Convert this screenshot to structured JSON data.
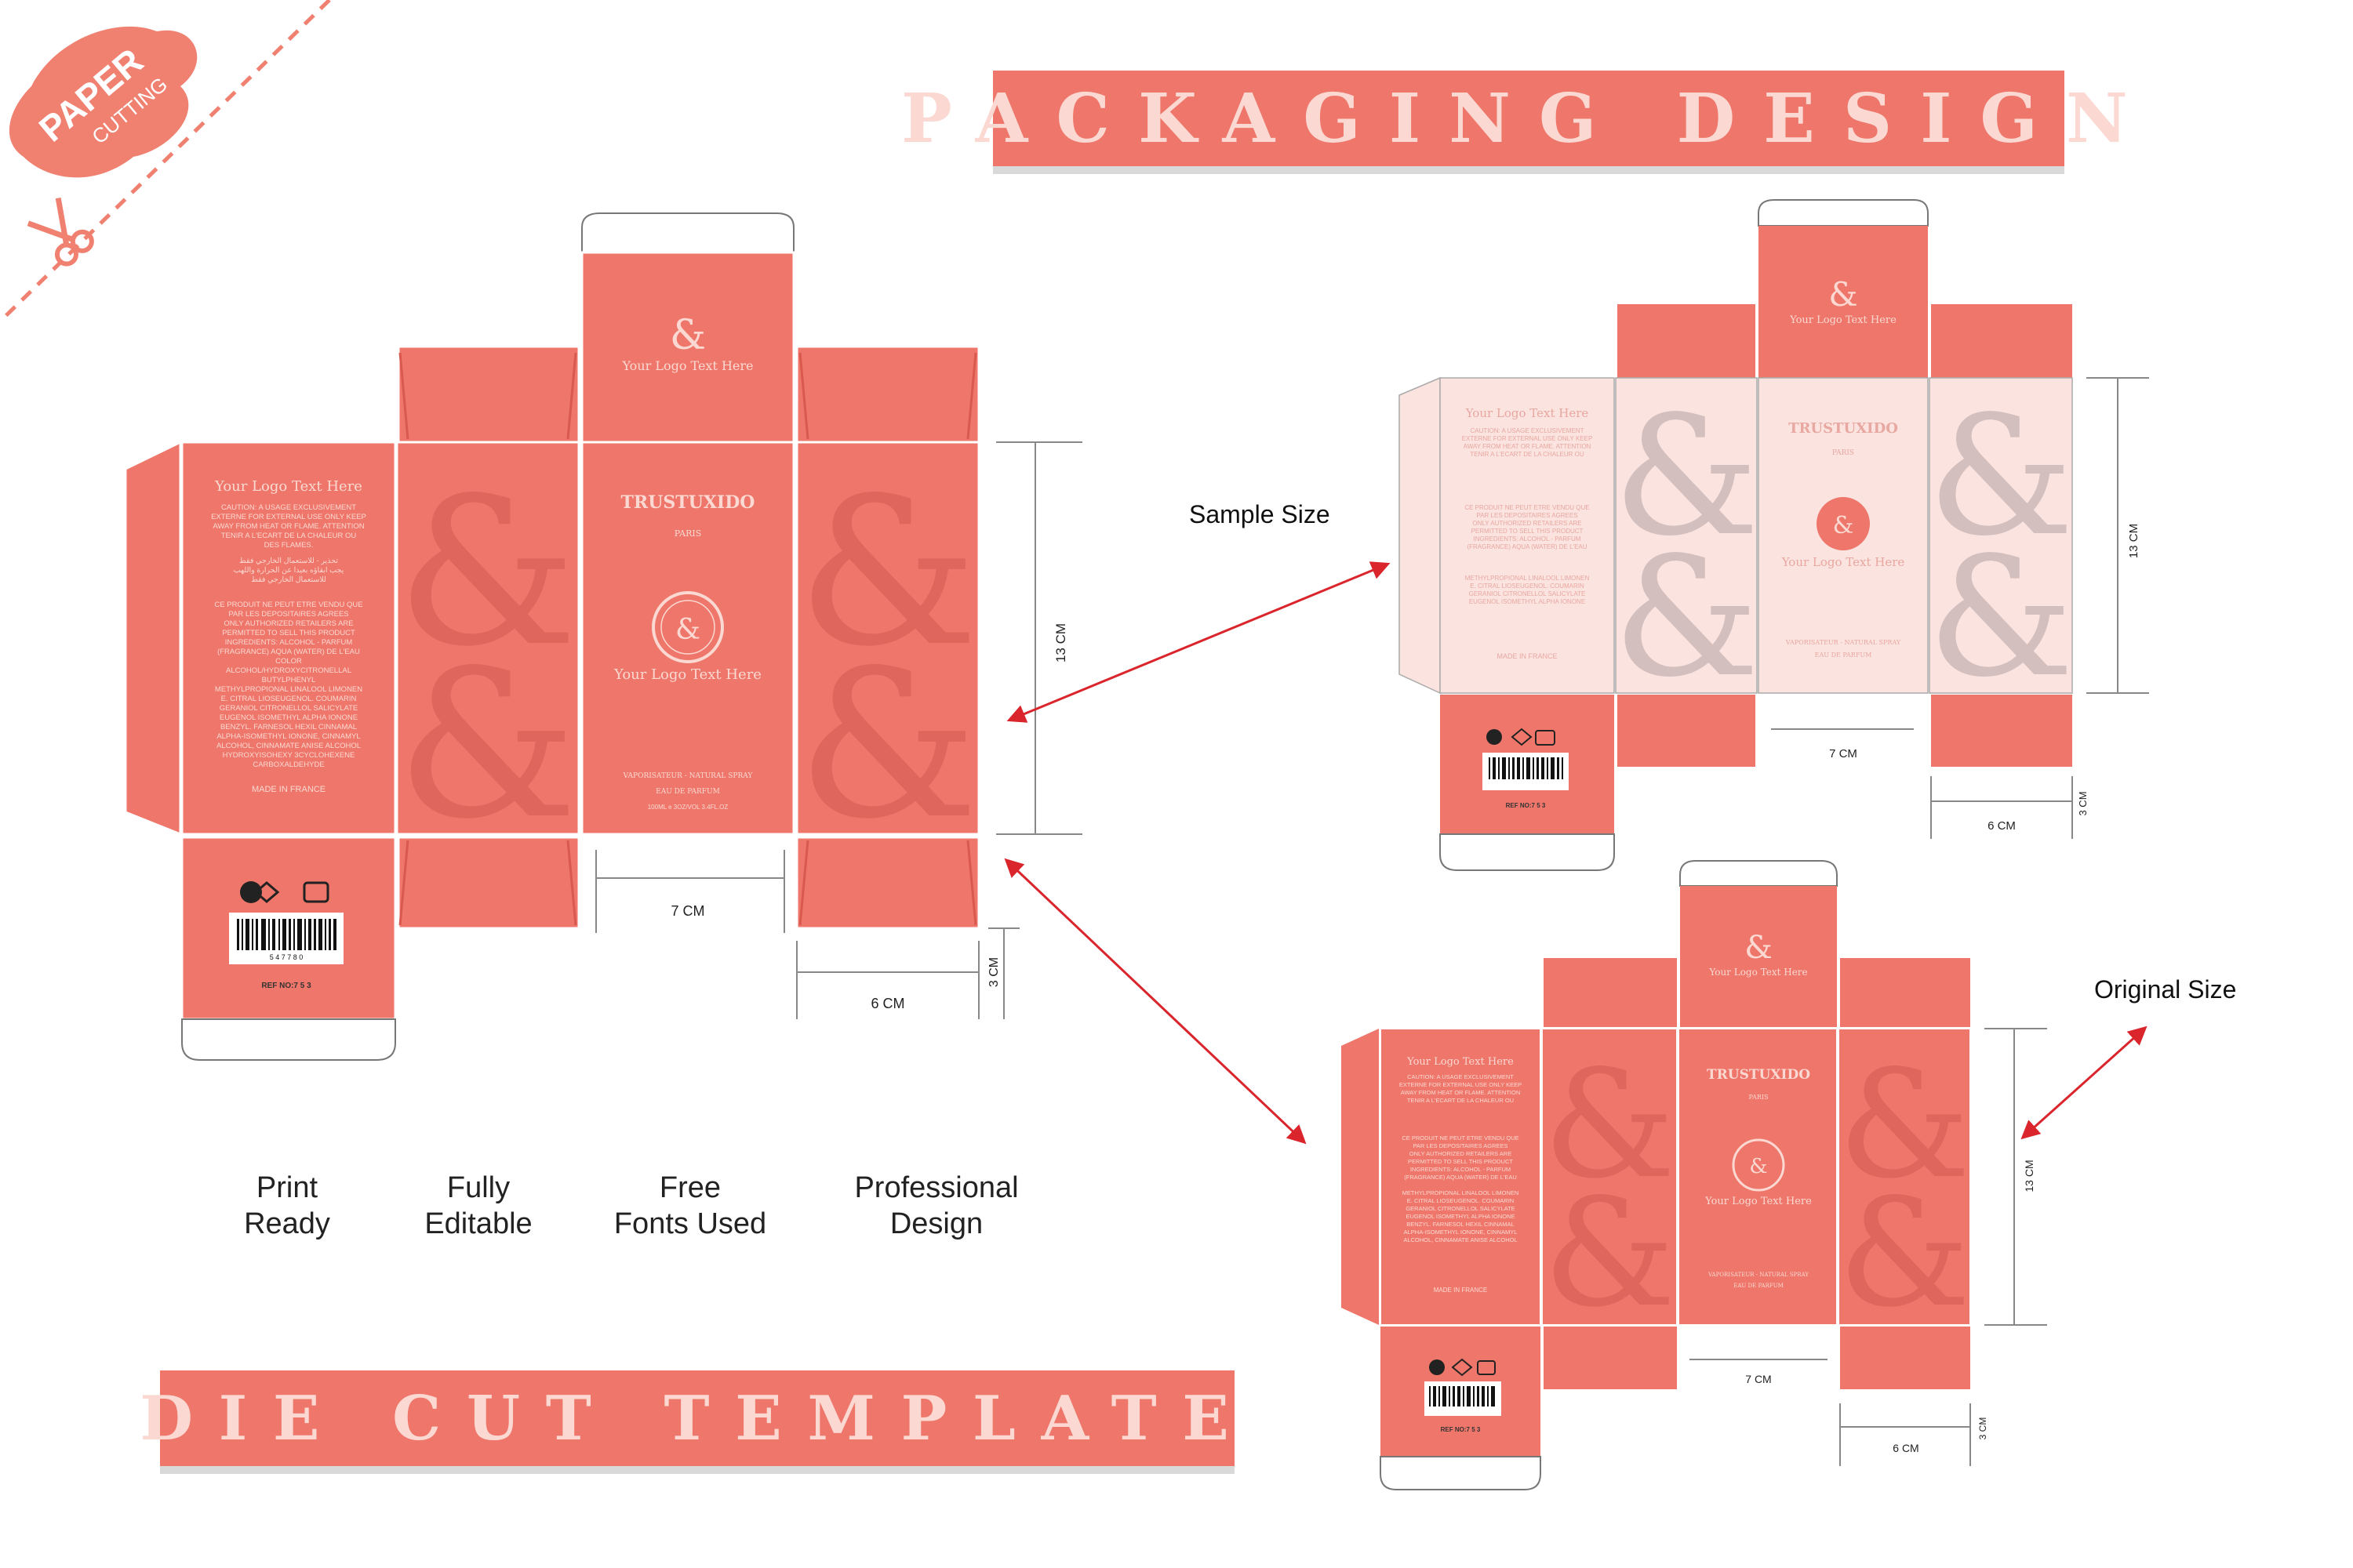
{
  "headline": "PACKAGING DESIGN",
  "footer_banner": "DIE CUT TEMPLATE",
  "badge": {
    "top": "PAPER",
    "bottom": "CUTTING"
  },
  "labels": {
    "sample": "Sample Size",
    "original": "Original Size"
  },
  "features": [
    {
      "line1": "Print",
      "line2": "Ready"
    },
    {
      "line1": "Fully",
      "line2": "Editable"
    },
    {
      "line1": "Free",
      "line2": "Fonts Used"
    },
    {
      "line1": "Professional",
      "line2": "Design"
    }
  ],
  "box": {
    "brand": "TRUSTUXIDO",
    "city": "PARIS",
    "logo_text": "Your Logo Text Here",
    "logo_glyph": "&",
    "spray": "VAPORISATEUR - NATURAL SPRAY",
    "type": "EAU DE PARFUM",
    "volume": "100ML e 3OZ/VOL  3.4FL.OZ",
    "made_in": "MADE IN FRANCE",
    "ref": "REF NO:7    5  3",
    "barcode_number": "5  4  7  7  8  0",
    "info_lines": [
      "CAUTION: A USAGE EXCLUSIVEMENT",
      "EXTERNE FOR EXTERNAL USE ONLY KEEP",
      "AWAY FROM HEAT OR FLAME. ATTENTION",
      "TENIR A L'ECART DE LA CHALEUR OU",
      "DES FLAMES."
    ],
    "arabic_lines": [
      "تحذير - للاستعمال الخارجي فقط",
      "يجب ابقاؤه بعيدا عن الحرارة واللهب",
      "للاستعمال الخارجي فقط"
    ],
    "ingredient_lines": [
      "CE PRODUIT NE PEUT ETRE VENDU QUE",
      "PAR LES DEPOSITAIRES AGREES",
      "ONLY AUTHORIZED RETAILERS ARE",
      "PERMITTED TO SELL THIS PRODUCT",
      "INGREDIENTS: ALCOHOL - PARFUM",
      "(FRAGRANCE) AQUA (WATER) DE L'EAU",
      "COLOR",
      "ALCOHOL/HYDROXYCITRONELLAL",
      "BUTYLPHENYL",
      "METHYLPROPIONAL LINALOOL LIMONEN",
      "E. CITRAL LIOSEUGENOL. COUMARIN",
      "GERANIOL CITRONELLOL SALICYLATE",
      "EUGENOL ISOMETHYL ALPHA IONONE",
      "BENZYL. FARNESOL HEXIL CINNAMAL",
      "ALPHA-ISOMETHYL IONONE, CINNAMYL",
      "ALCOHOL, CINNAMATE ANISE ALCOHOL",
      "HYDROXYISOHEXY 3CYCLOHEXENE",
      "CARBOXALDEHYDE"
    ],
    "dims": {
      "height": "13 CM",
      "width": "7 CM",
      "depth": "6 CM",
      "flap": "3 CM"
    }
  },
  "colors": {
    "coral": "#ee766a",
    "coral_dark": "#e2675b",
    "pale": "#fbe3df",
    "pale_text": "#e8a7a0",
    "watermark": "#d45a52",
    "banner_text": "#fbd9d2",
    "arrow": "#d9252b",
    "badge": "#f08070"
  }
}
